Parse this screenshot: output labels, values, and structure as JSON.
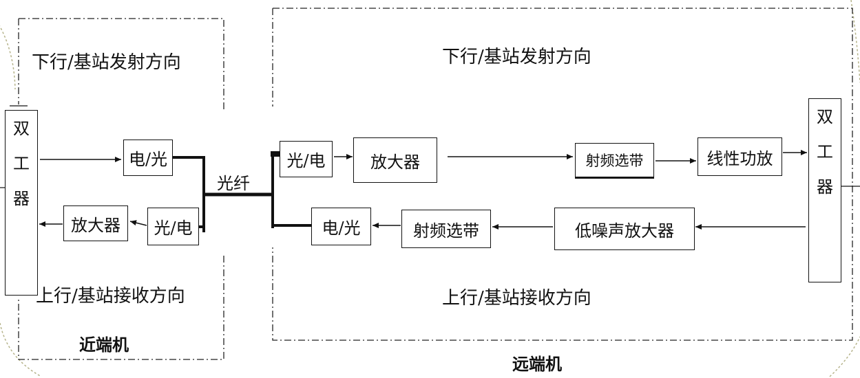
{
  "near_unit": {
    "name": "近端机",
    "downlink_label": "下行/基站发射方向",
    "uplink_label": "上行/基站接收方向",
    "duplexer": [
      "双",
      "工",
      "器"
    ],
    "eo_converter": "电/光",
    "oe_converter": "光/电",
    "amplifier": "放大器"
  },
  "fiber": {
    "label": "光纤"
  },
  "far_unit": {
    "name": "远端机",
    "downlink_label": "下行/基站发射方向",
    "uplink_label": "上行/基站接收方向",
    "oe_converter": "光/电",
    "amplifier": "放大器",
    "rf_band_select_down": "射频选带",
    "linear_pa": "线性功放",
    "duplexer": [
      "双",
      "工",
      "器"
    ],
    "lna": "低噪声放大器",
    "rf_band_select_up": "射频选带",
    "eo_converter": "电/光"
  }
}
